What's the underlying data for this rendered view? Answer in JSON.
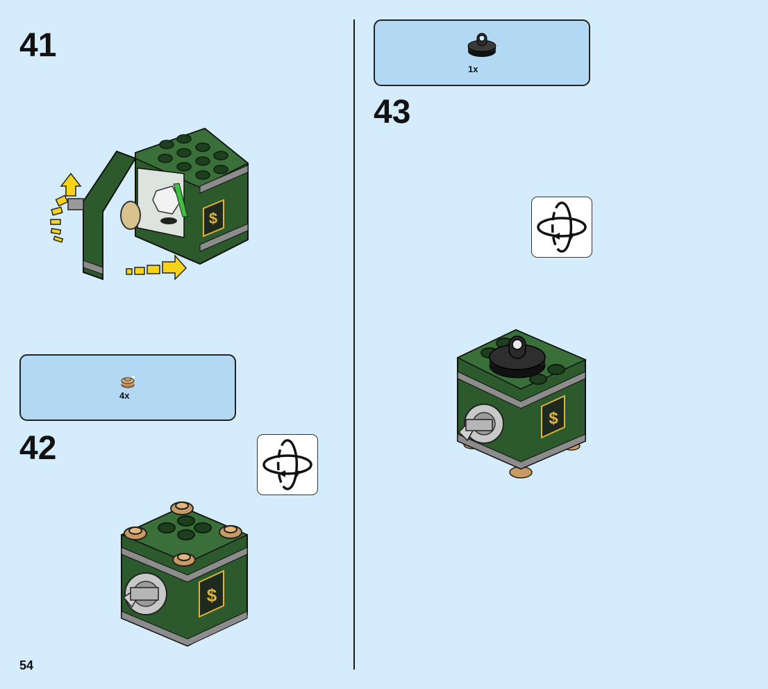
{
  "page_number": "54",
  "steps": [
    {
      "number": "41"
    },
    {
      "number": "42",
      "parts": [
        {
          "qty": "4x",
          "icon": "tan-round-plate-icon"
        }
      ]
    },
    {
      "number": "43",
      "parts": [
        {
          "qty": "1x",
          "icon": "black-round-plate-with-clip-icon"
        }
      ]
    }
  ],
  "icons": [
    "rotate-model-icon",
    "yellow-motion-arrow-icon"
  ],
  "colors": {
    "background": "#d4ecfb",
    "parts_box": "#b3d8f3",
    "brick_green": "#2d5a2d",
    "stud_green": "#1e3f1e",
    "tan": "#c89a64",
    "gold_dollar": "#e0b43a",
    "arrow_yellow": "#f7d417"
  }
}
